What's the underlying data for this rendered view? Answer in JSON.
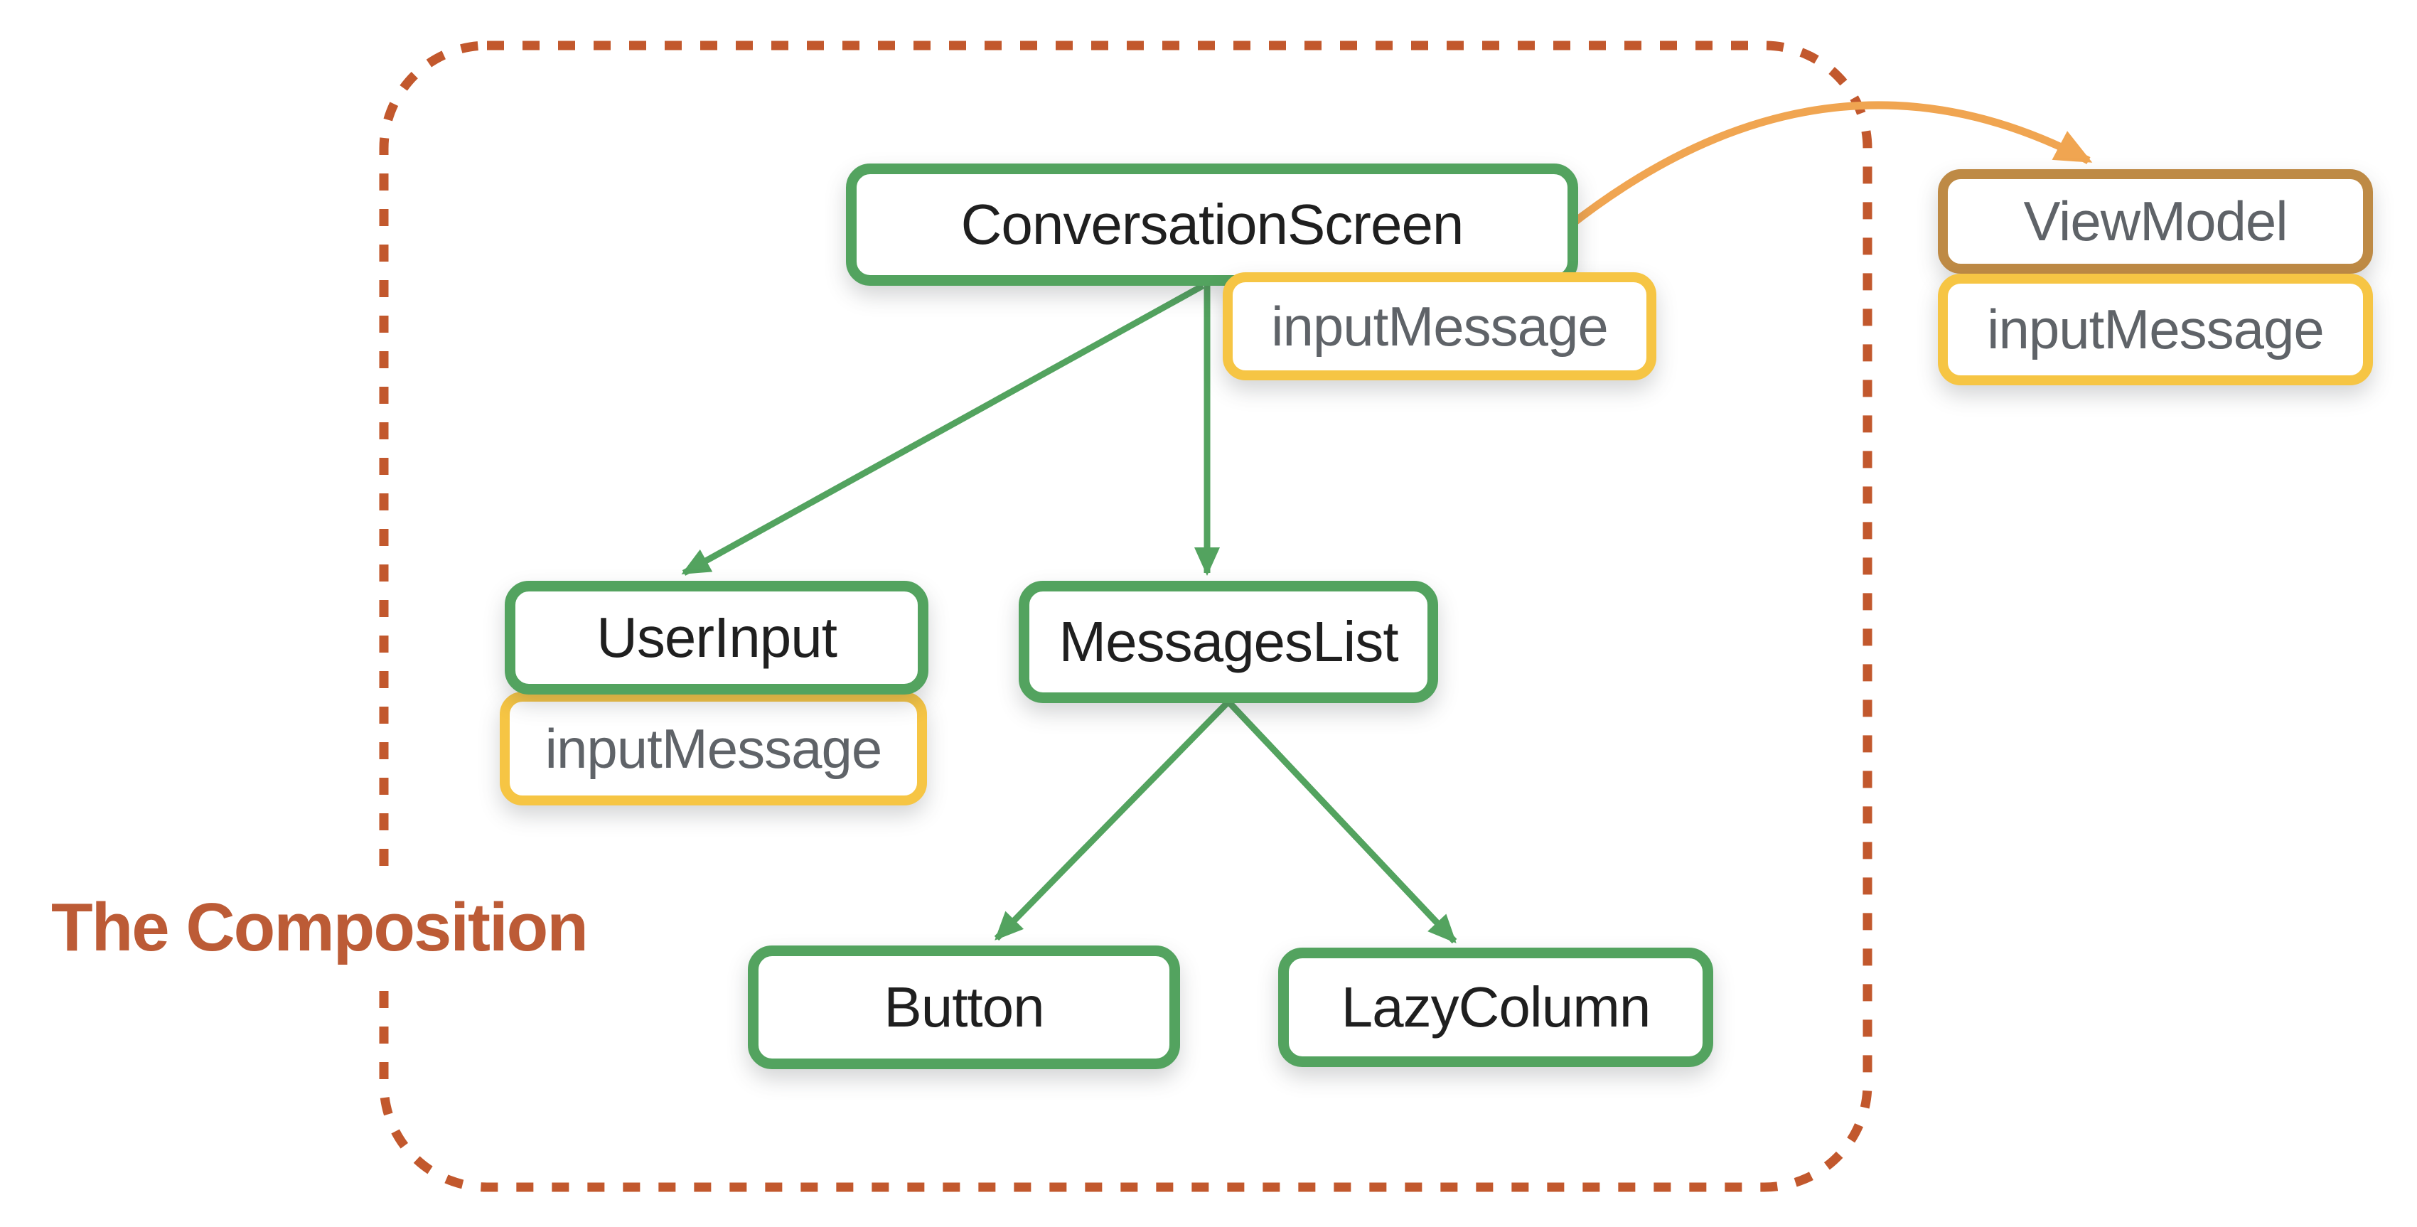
{
  "title": {
    "text": "The Composition"
  },
  "colors": {
    "composable_border_green": "#53A35F",
    "state_border_yellow": "#F6C544",
    "viewmodel_border_tan": "#BE8A45",
    "hoist_arrow_orange": "#F0A551",
    "composition_boundary_terracotta": "#C2582D",
    "title_text": "#BC5B36",
    "composable_label": "#1F1F1F",
    "state_label": "#5F6368",
    "background": "#FFFFFF"
  },
  "nodes": {
    "conversation_screen": {
      "label": "ConversationScreen",
      "kind": "composable"
    },
    "conversation_state": {
      "label": "inputMessage",
      "kind": "state"
    },
    "view_model": {
      "label": "ViewModel",
      "kind": "viewmodel"
    },
    "view_model_state": {
      "label": "inputMessage",
      "kind": "state"
    },
    "user_input": {
      "label": "UserInput",
      "kind": "composable"
    },
    "user_input_state": {
      "label": "inputMessage",
      "kind": "state"
    },
    "messages_list": {
      "label": "MessagesList",
      "kind": "composable"
    },
    "button": {
      "label": "Button",
      "kind": "composable"
    },
    "lazy_column": {
      "label": "LazyColumn",
      "kind": "composable"
    }
  },
  "edges": [
    {
      "from": "ConversationScreen",
      "to": "UserInput",
      "style": "green-arrow"
    },
    {
      "from": "ConversationScreen",
      "to": "MessagesList",
      "style": "green-arrow"
    },
    {
      "from": "MessagesList",
      "to": "Button",
      "style": "green-arrow"
    },
    {
      "from": "MessagesList",
      "to": "LazyColumn",
      "style": "green-arrow"
    },
    {
      "from": "ConversationScreen",
      "to": "ViewModel",
      "style": "orange-curved-arrow"
    }
  ]
}
